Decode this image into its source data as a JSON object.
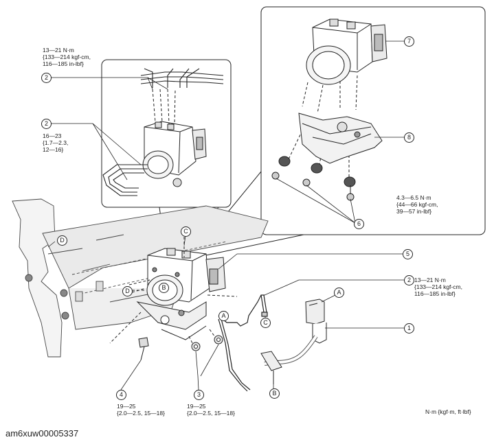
{
  "torques": {
    "t_top_left": "13—21 N·m\n{133—214 kgf-cm,\n116—185 in-lbf}",
    "t_mid_left": "16—23\n{1.7—2.3,\n12—16}",
    "t_right_box": "4.3—6.5 N·m\n{44—66 kgf-cm,\n39—57 in-lbf}",
    "t_right": "13—21 N·m\n{133—214 kgf-cm,\n116—185 in-lbf}",
    "t_bottom_4": "19—25\n{2.0—2.5, 15—18}",
    "t_bottom_3": "19—25\n{2.0—2.5, 15—18}"
  },
  "callouts": {
    "n1": "1",
    "n2a": "2",
    "n2b": "2",
    "n2c": "2",
    "n3": "3",
    "n4": "4",
    "n5": "5",
    "n6": "6",
    "n7": "7",
    "n8": "8",
    "lA1": "A",
    "lA2": "A",
    "lB1": "B",
    "lB2": "B",
    "lC1": "C",
    "lC2": "C",
    "lD1": "D",
    "lD2": "D"
  },
  "units_note": "N·m {kgf·m, ft·lbf}",
  "figure_id": "am6xuw00005337",
  "colors": {
    "line": "#222222",
    "fill": "#ffffff",
    "shade": "#e6e6e6",
    "dark": "#8a8a8a"
  }
}
